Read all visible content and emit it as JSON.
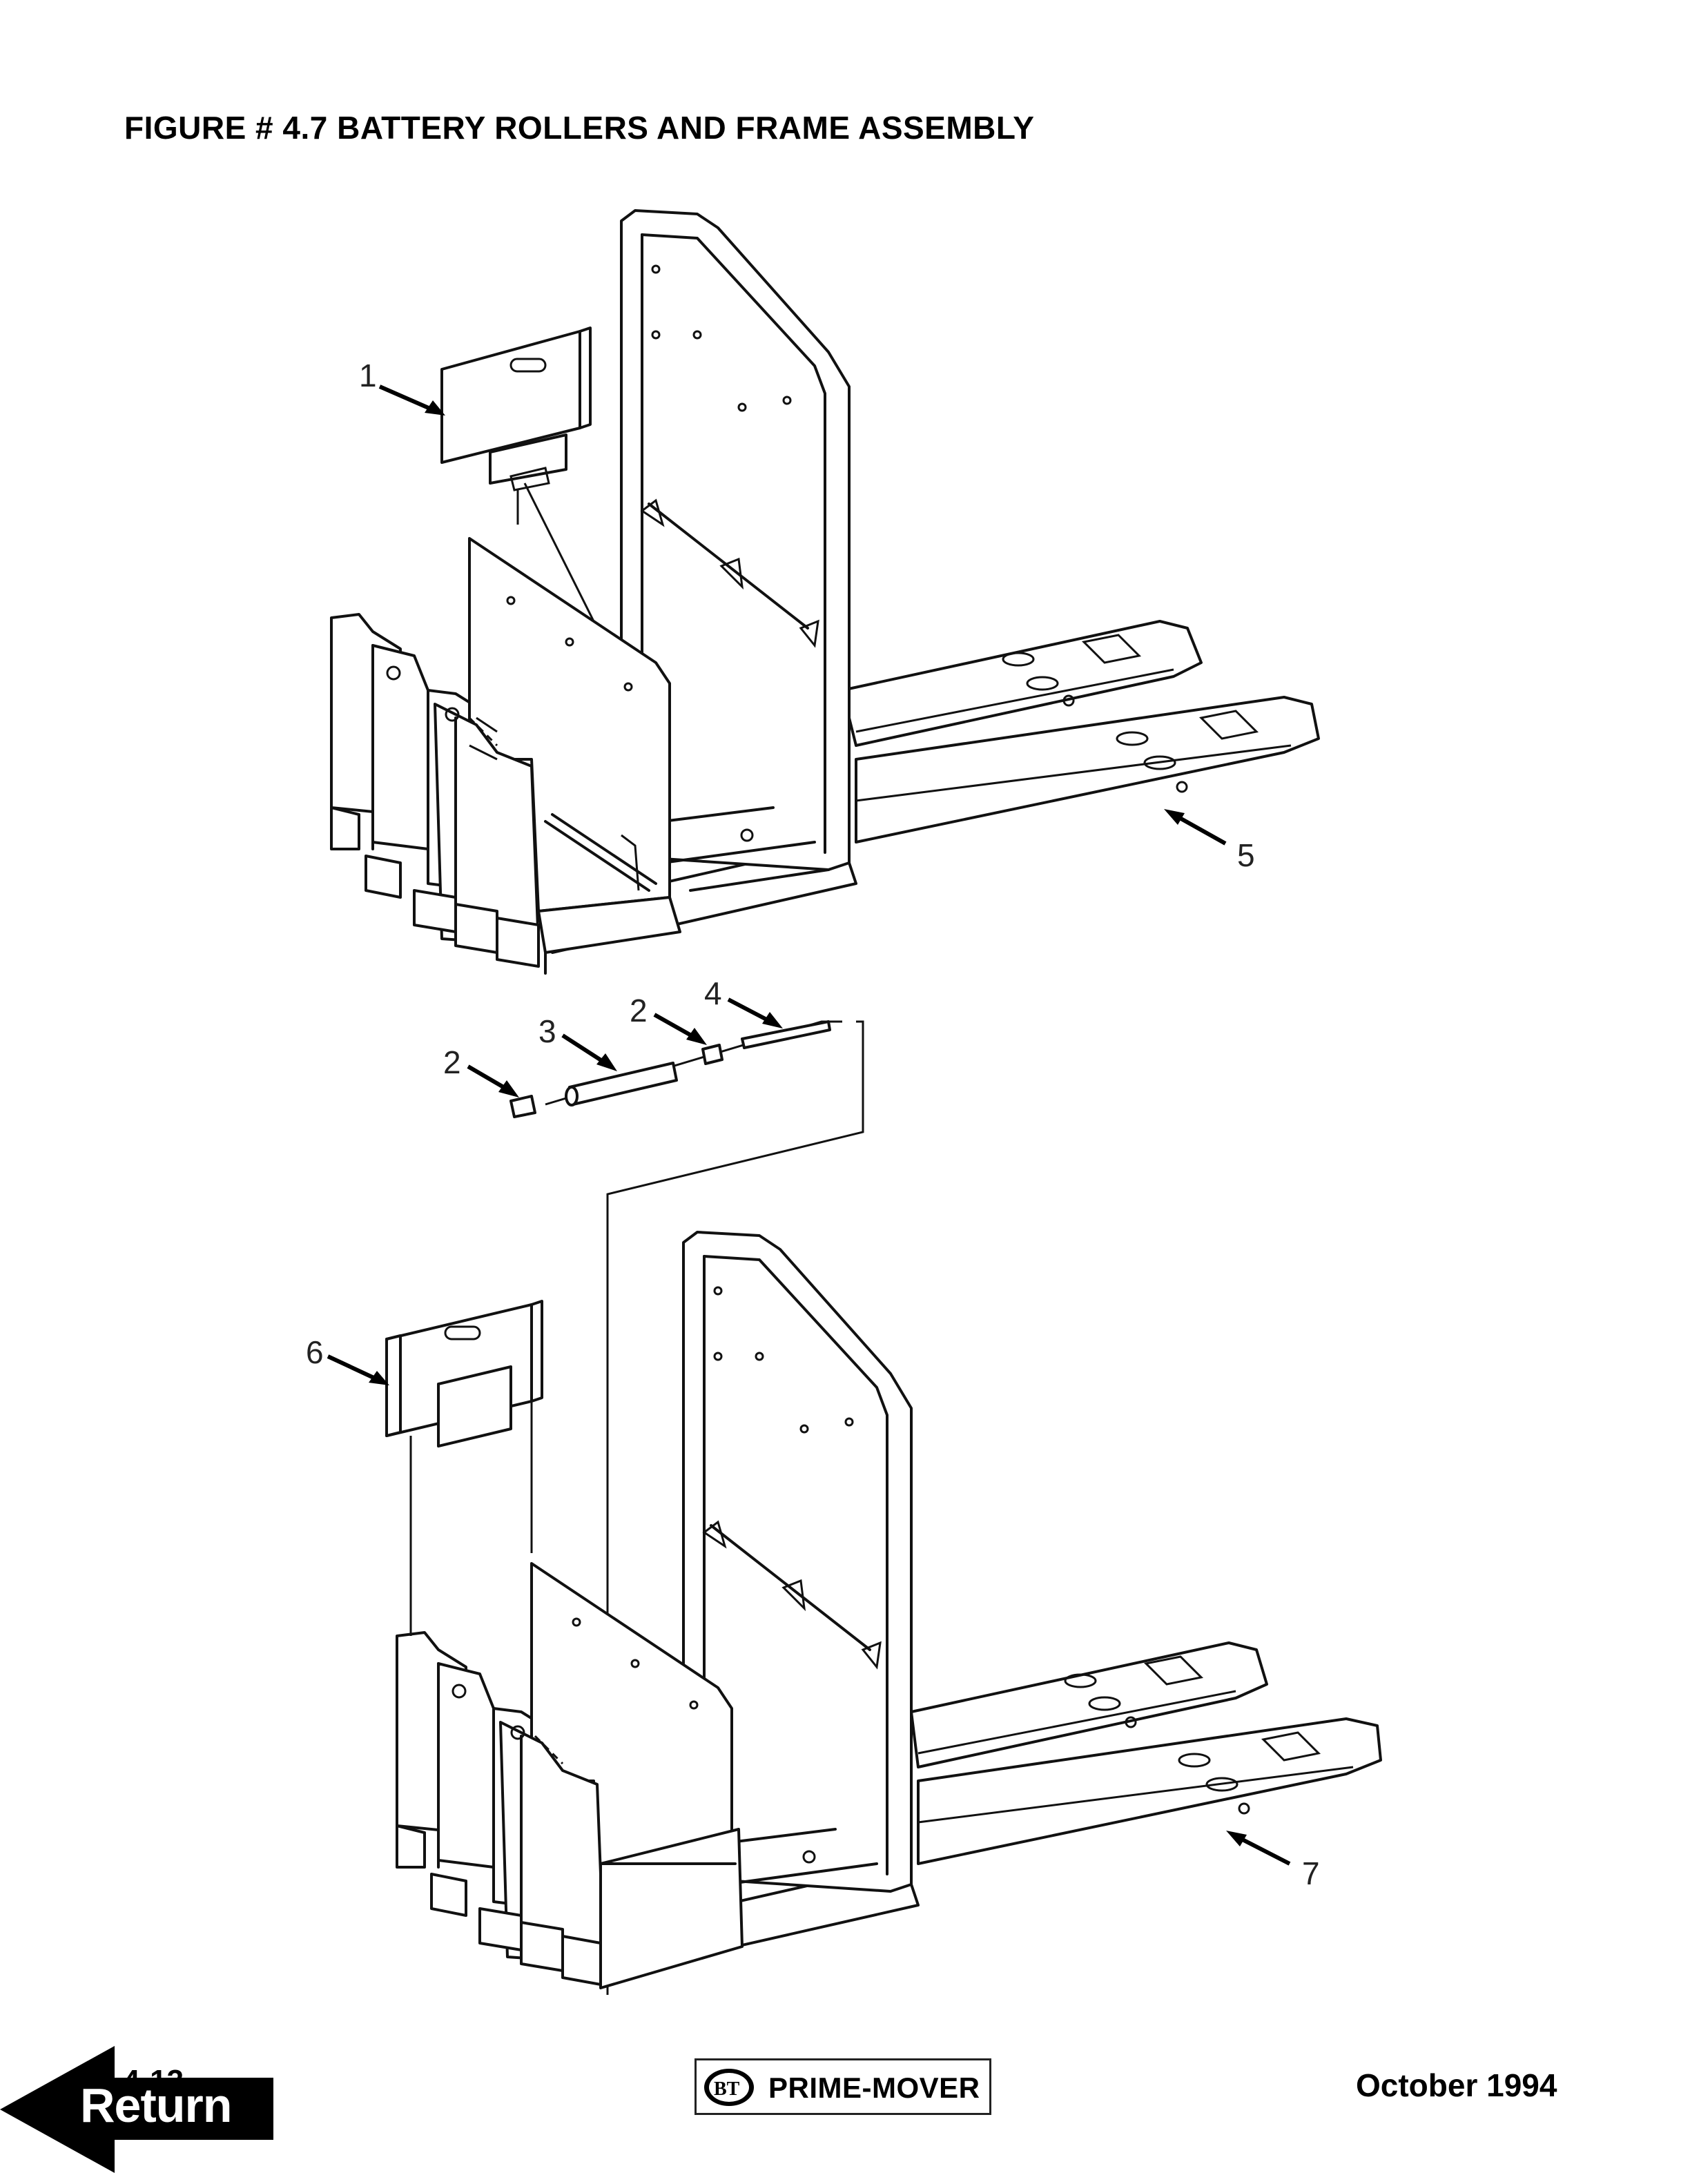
{
  "document": {
    "title": "FIGURE # 4.7  BATTERY ROLLERS AND FRAME ASSEMBLY",
    "callouts": [
      "1",
      "2",
      "3",
      "2",
      "4",
      "5",
      "6",
      "7"
    ]
  },
  "footer": {
    "page_number": "4-13",
    "return_label": "Return",
    "brand_logo_text": "BT",
    "brand": "PRIME-MOVER",
    "date": "October 1994"
  }
}
